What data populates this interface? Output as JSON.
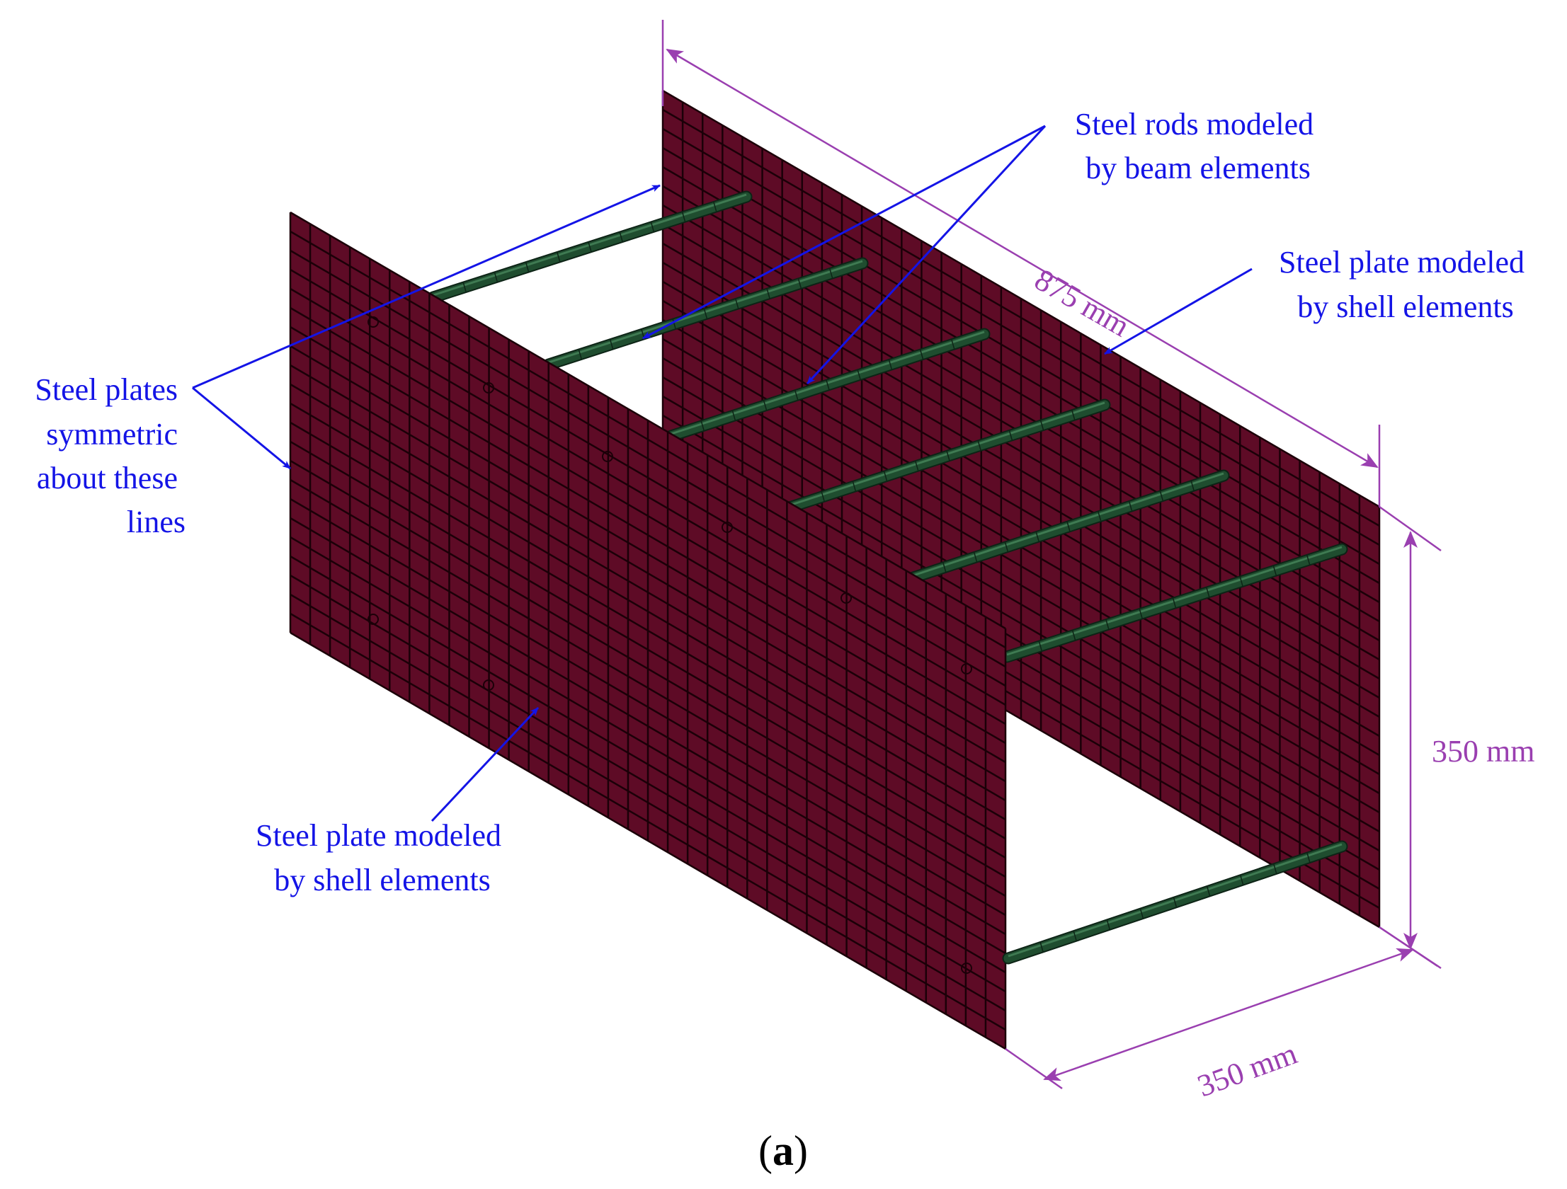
{
  "figure": {
    "caption_open": "(",
    "caption_letter": "a",
    "caption_close": ")",
    "colors": {
      "plate": "#5e0b26",
      "mesh_line": "#1b0008",
      "rod": "#1f4d2f",
      "annotation": "#1414e6",
      "dimension": "#9a3fb0"
    }
  },
  "labels": {
    "rods_line1": "Steel rods modeled",
    "rods_line2": "by beam elements",
    "back_plate_line1": "Steel plate modeled",
    "back_plate_line2": "by shell elements",
    "symmetric_line1": "Steel plates",
    "symmetric_line2": "symmetric",
    "symmetric_line3": "about these",
    "symmetric_line4": "lines",
    "front_plate_line1": "Steel plate modeled",
    "front_plate_line2": "by shell elements"
  },
  "dimensions": {
    "length": "875 mm",
    "height": "350 mm",
    "width": "350 mm"
  }
}
